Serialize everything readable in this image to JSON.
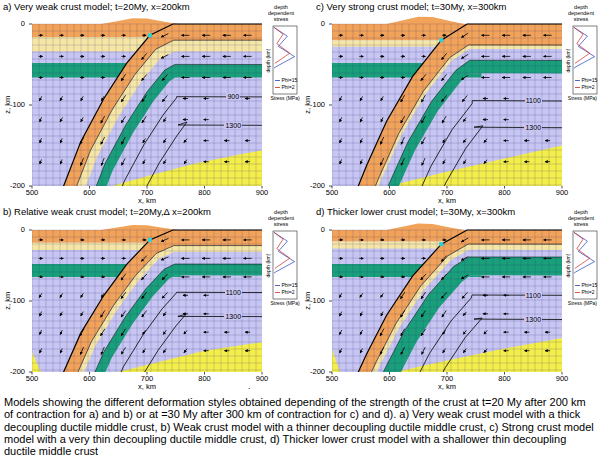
{
  "diagram": {
    "caption": "Models showing the different deformation styles obtained depending of the strength of the crust at t=20 My after 200 km of contraction for a) and b) or at =30 My after 300 km of contraction for c) and d). a) Very weak crust model with a thick decoupling ductile middle crust, b) Weak crust model with a thinner decoupling ductile middle crust, c) Strong crust model model with a very thin decoupling ductile middle crust, d) Thicker lower crust model with a shallower thin decoupling ductile middle crust",
    "labels": [
      "a) Very weak crust model; t=20My, x=200km",
      "0",
      "-100",
      "-200",
      "z, km",
      "500",
      "600",
      "700",
      "800",
      "900",
      "x, km",
      "depth dependent stress",
      "depth (km)",
      "Stress (MPa)",
      "900",
      "1300",
      "c) Very strong crust model; t=30My, x=300km",
      "0",
      "-100",
      "-200",
      "z, km",
      "500",
      "600",
      "700",
      "800",
      "900",
      "x, km",
      "depth dependent stress",
      "depth (km)",
      "Stress (MPa)",
      "1100",
      "1300",
      "b) Relative weak crust model; t=20My,Δ x=200km",
      "0",
      "-100",
      "-200",
      "z, km",
      "500",
      "600",
      "700",
      "800",
      "900",
      "x, km",
      "depth dependent stress",
      "depth (km)",
      "Stress (MPa)",
      "1100",
      "1300",
      "d) Thicker lower crust model; t=30My, x=300km",
      "0",
      "-100",
      "-200",
      "z, km",
      "500",
      "600",
      "700",
      "800",
      "900",
      "x, km",
      "depth dependent stress",
      "depth (km)",
      "Stress (MPa)",
      "1100",
      "1300",
      "."
    ],
    "legend": [
      {
        "text": "Phi=15"
      },
      {
        "text": "Phi=2"
      },
      {
        "text": "Phi=15"
      },
      {
        "text": "Phi=2"
      },
      {
        "text": "Phi=15"
      },
      {
        "text": "Phi=2"
      },
      {
        "text": "Phi=15"
      },
      {
        "text": "Phi=2"
      }
    ]
  }
}
